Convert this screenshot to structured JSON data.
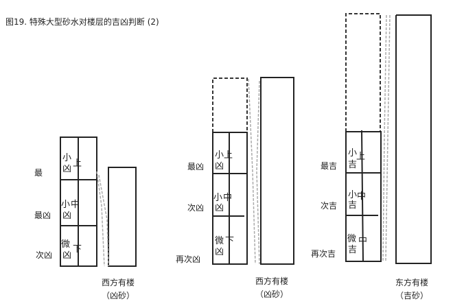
{
  "title": "图19. 特殊大型砂水对楼层的吉凶判断 (2)",
  "diagrams": [
    {
      "side_labels": [
        "最",
        "最凶",
        "次凶"
      ],
      "cells": [
        [
          "小",
          "凶",
          "上"
        ],
        [
          "小",
          "凶",
          "中"
        ],
        [
          "微",
          "凶",
          "下"
        ]
      ],
      "caption": "西方有楼",
      "sub_caption": "（凶砂）"
    },
    {
      "side_labels": [
        "最凶",
        "次凶",
        "再次凶"
      ],
      "cells": [
        [
          "小",
          "凶",
          "上"
        ],
        [
          "小",
          "凶",
          "中"
        ],
        [
          "微",
          "凶",
          "下"
        ]
      ],
      "caption": "西方有楼",
      "sub_caption": "（凶砂）"
    },
    {
      "side_labels": [
        "最吉",
        "次吉",
        "再次吉"
      ],
      "cells": [
        [
          "小",
          "吉",
          "上"
        ],
        [
          "小",
          "吉",
          "中"
        ],
        [
          "微",
          "吉",
          "中"
        ]
      ],
      "caption": "东方有楼",
      "sub_caption": "（吉砂）"
    }
  ]
}
